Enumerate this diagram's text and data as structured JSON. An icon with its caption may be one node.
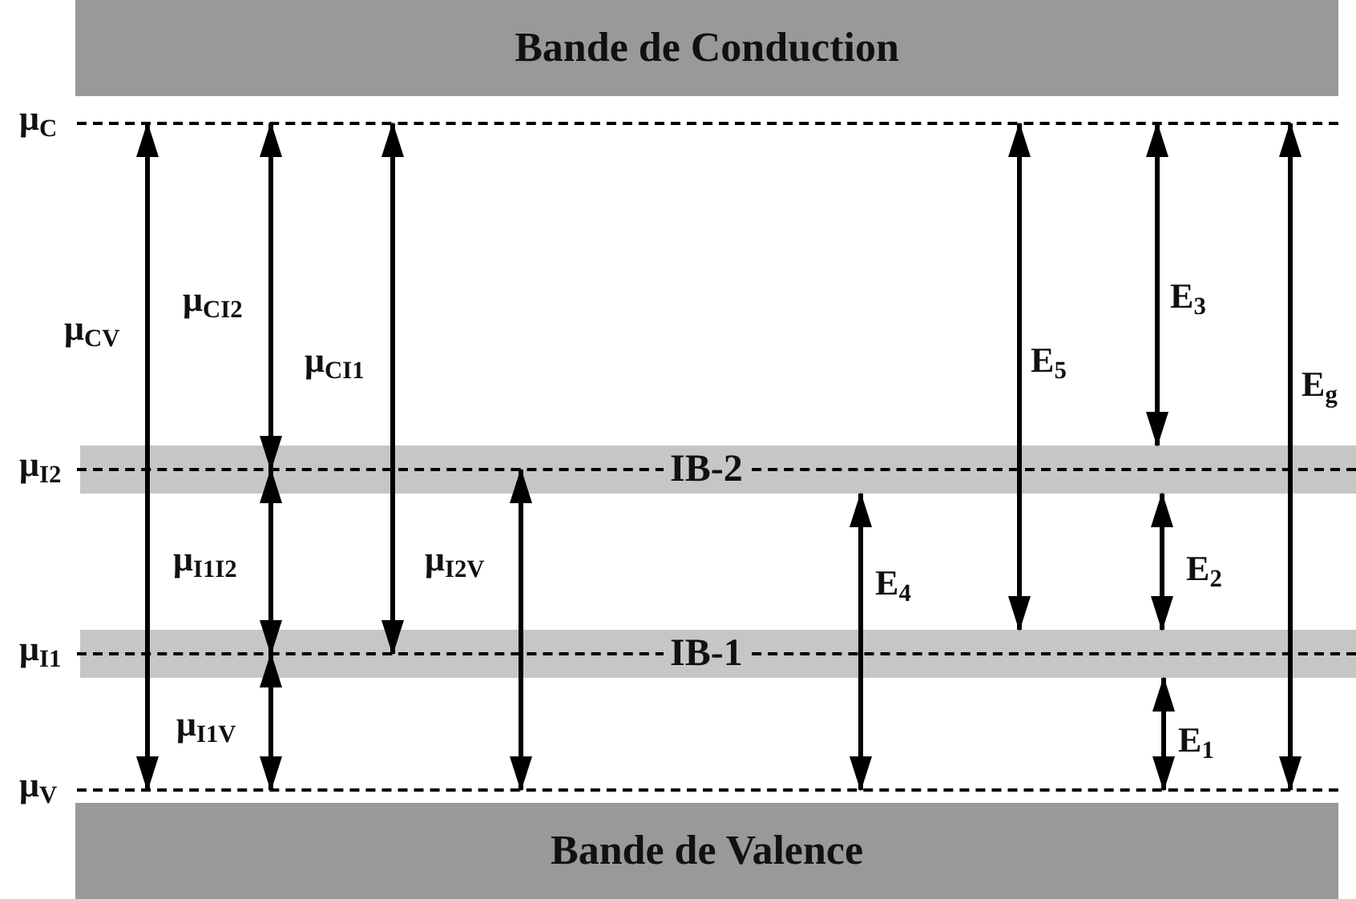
{
  "diagram": {
    "nodes": [
      {
        "text": [
          "Bande de Conduction"
        ]
      },
      {
        "text": [
          "μ$_{C}$"
        ]
      },
      {
        "text": [
          "IB-2"
        ]
      },
      {
        "text": [
          "μ$_{I2}$"
        ],
        "in": 2
      },
      {
        "text": [
          "IB-1"
        ]
      },
      {
        "text": [
          "μ$_{I1}$"
        ],
        "in": 4
      },
      {
        "text": [
          "μ$_{V}$"
        ]
      },
      {
        "text": [
          "Bande de Valence"
        ]
      }
    ],
    "edges": [
      {
        "from": 1,
        "to": 6,
        "arrow": "both",
        "label": "μ$_{CV}$"
      },
      {
        "from": 1,
        "to": 3,
        "arrow": "both",
        "label": "μ$_{CI2}$"
      },
      {
        "from": 1,
        "to": 5,
        "arrow": "both",
        "label": "μ$_{CI1}$"
      },
      {
        "from": 3,
        "to": 5,
        "arrow": "both",
        "label": "μ$_{I1I2}$"
      },
      {
        "from": 5,
        "to": 6,
        "arrow": "both",
        "label": "μ$_{I1V}$"
      },
      {
        "from": 3,
        "to": 6,
        "arrow": "both",
        "label": "μ$_{I2V}$"
      },
      {
        "from": 2,
        "to": 6,
        "arrow": "both",
        "label": "E$_{4}$"
      },
      {
        "from": 1,
        "to": 4,
        "arrow": "both",
        "label": "E$_{5}$"
      },
      {
        "from": 1,
        "to": 2,
        "arrow": "both",
        "label": "E$_{3}$"
      },
      {
        "from": 2,
        "to": 4,
        "arrow": "both",
        "label": "E$_{2}$"
      },
      {
        "from": 4,
        "to": 6,
        "arrow": "both",
        "label": "E$_{1}$"
      },
      {
        "from": 1,
        "to": 6,
        "arrow": "both",
        "label": "E$_{g}$"
      }
    ]
  }
}
